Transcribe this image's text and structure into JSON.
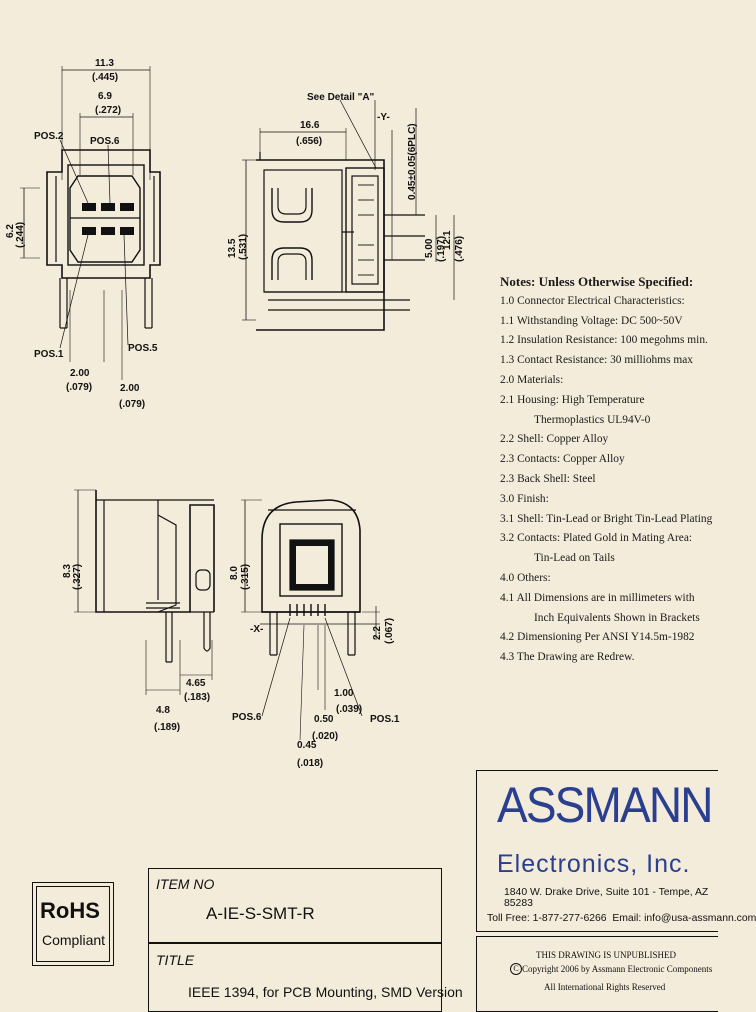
{
  "top_view": {
    "dim_width": "11.3",
    "dim_width_in": "(.445)",
    "dim_inner": "6.9",
    "dim_inner_in": "(.272)",
    "pos2": "POS.2",
    "pos6": "POS.6",
    "pos1": "POS.1",
    "pos5": "POS.5",
    "dim_height": "6.2",
    "dim_height_in": "(.244)",
    "pitch1": "2.00",
    "pitch1_in": "(.079)",
    "pitch2": "2.00",
    "pitch2_in": "(.079)"
  },
  "side_view": {
    "detail_label": "See Detail \"A\"",
    "y_label": "-Y-",
    "dim_length": "16.6",
    "dim_length_in": "(.656)",
    "dim_height": "13.5",
    "dim_height_in": "(.531)",
    "dim_tol": "0.45±0.05(6PLC)",
    "dim_500": "5.00",
    "dim_500_in": "(.197)",
    "dim_121": "12.1",
    "dim_121_in": "(.476)"
  },
  "front_view": {
    "dim_h": "8.3",
    "dim_h_in": "(.327)",
    "dim_465": "4.65",
    "dim_465_in": "(.183)",
    "dim_48": "4.8",
    "dim_48_in": "(.189)"
  },
  "rear_view": {
    "dim_h": "8.0",
    "dim_h_in": "(.315)",
    "x_label": "-X-",
    "dim_22": "2.2",
    "dim_22_in": "(.067)",
    "pos6": "POS.6",
    "pos1": "POS.1",
    "dim_100": "1.00",
    "dim_100_in": "(.039)",
    "dim_050": "0.50",
    "dim_050_in": "(.020)",
    "dim_045": "0.45",
    "dim_045_in": "(.018)"
  },
  "notes": {
    "heading": "Notes: Unless Otherwise Specified:",
    "lines": [
      {
        "text": "1.0 Connector Electrical Characteristics:",
        "indent": false
      },
      {
        "text": "1.1 Withstanding Voltage: DC 500~50V",
        "indent": false
      },
      {
        "text": "1.2 Insulation Resistance: 100 megohms min.",
        "indent": false
      },
      {
        "text": "1.3 Contact Resistance: 30 milliohms max",
        "indent": false
      },
      {
        "text": "2.0 Materials:",
        "indent": false
      },
      {
        "text": "2.1 Housing: High Temperature",
        "indent": false
      },
      {
        "text": "Thermoplastics UL94V-0",
        "indent": true
      },
      {
        "text": "2.2 Shell: Copper Alloy",
        "indent": false
      },
      {
        "text": "2.3 Contacts: Copper Alloy",
        "indent": false
      },
      {
        "text": "2.3 Back Shell: Steel",
        "indent": false
      },
      {
        "text": "3.0 Finish:",
        "indent": false
      },
      {
        "text": "3.1 Shell: Tin-Lead or Bright Tin-Lead Plating",
        "indent": false
      },
      {
        "text": "3.2 Contacts: Plated Gold in Mating Area:",
        "indent": false
      },
      {
        "text": "Tin-Lead on Tails",
        "indent": true
      },
      {
        "text": "4.0 Others:",
        "indent": false
      },
      {
        "text": "4.1 All Dimensions are in millimeters with",
        "indent": false
      },
      {
        "text": "Inch Equivalents Shown in Brackets",
        "indent": true
      },
      {
        "text": "4.2 Dimensioning Per ANSI Y14.5m-1982",
        "indent": false
      },
      {
        "text": "4.3 The Drawing are Redrew.",
        "indent": false
      }
    ]
  },
  "rohs": {
    "title": "RoHS",
    "subtitle": "Compliant"
  },
  "title_block": {
    "item_label": "ITEM NO",
    "item_value": "A-IE-S-SMT-R",
    "title_label": "TITLE",
    "title_value": "IEEE 1394, for PCB Mounting, SMD Version"
  },
  "company": {
    "name": "ASSMANN",
    "sub": "Electronics, Inc.",
    "address": "1840 W. Drake Drive, Suite 101 - Tempe, AZ 85283",
    "contact": "Toll Free: 1-877-277-6266  Email: info@usa-assmann.com",
    "unpublished": "THIS DRAWING IS UNPUBLISHED",
    "copyright": "Copyright 2006 by Assmann Electronic Components",
    "rights": "All International Rights Reserved",
    "copyright_symbol": "C",
    "brand_color": "#2a3f8f"
  }
}
